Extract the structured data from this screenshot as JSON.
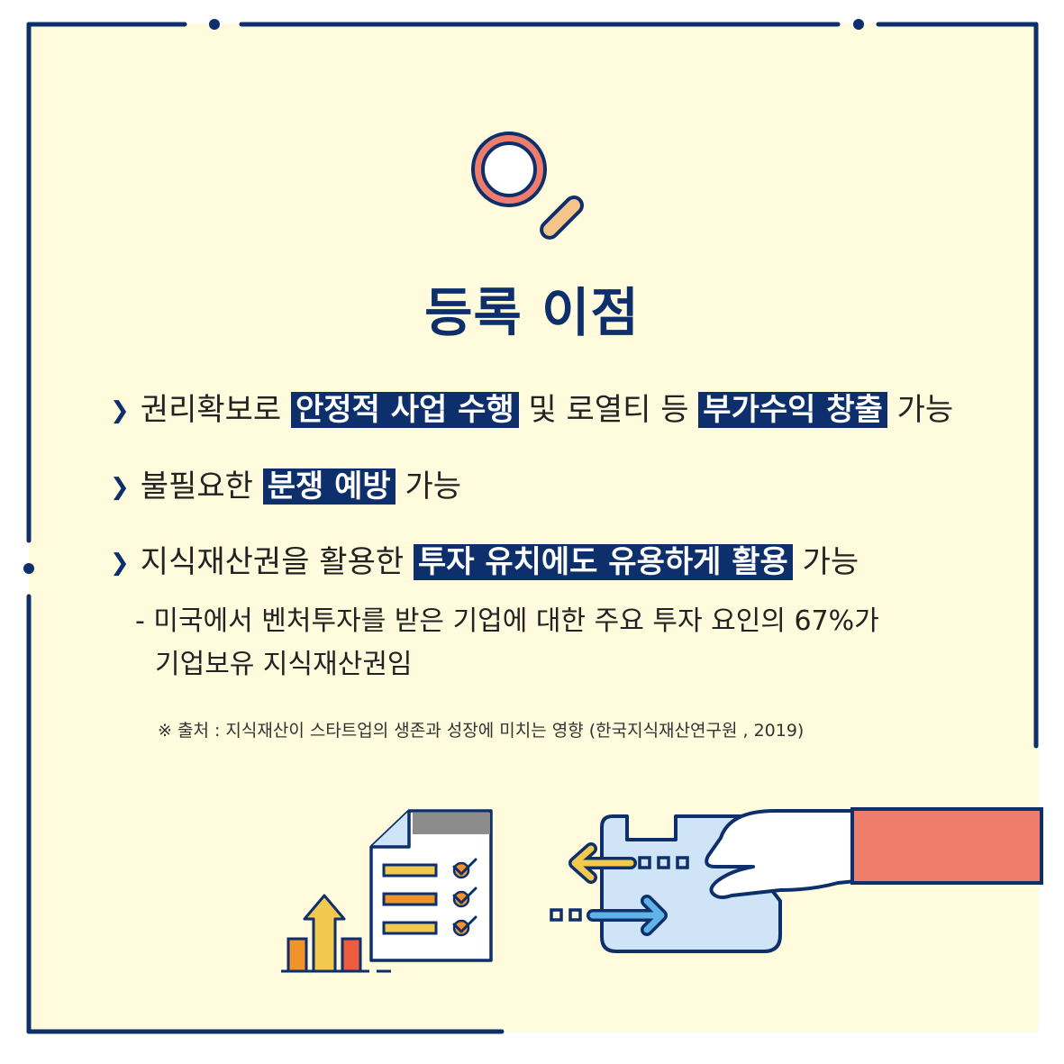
{
  "title": "등록 이점",
  "bullets": [
    {
      "parts": [
        {
          "text": "권리확보로 ",
          "hl": false
        },
        {
          "text": "안정적 사업 수행",
          "hl": true
        },
        {
          "text": " 및 로열티 등 ",
          "hl": false
        },
        {
          "text": "부가수익 창출",
          "hl": true
        },
        {
          "text": " 가능",
          "hl": false
        }
      ]
    },
    {
      "parts": [
        {
          "text": "불필요한 ",
          "hl": false
        },
        {
          "text": "분쟁 예방",
          "hl": true
        },
        {
          "text": " 가능",
          "hl": false
        }
      ]
    },
    {
      "parts": [
        {
          "text": "지식재산권을 활용한 ",
          "hl": false
        },
        {
          "text": "투자 유치에도 유용하게 활용",
          "hl": true
        },
        {
          "text": " 가능",
          "hl": false
        }
      ]
    }
  ],
  "sub_note": {
    "line1": "- 미국에서 벤처투자를 받은 기업에 대한 주요 투자 요인의 67%가",
    "line2": "기업보유 지식재산권임"
  },
  "source": "※ 출처 : 지식재산이 스타트업의 생존과 성장에 미치는 영향 (한국지식재산연구원 , 2019)",
  "icons": [
    "magnifier-icon",
    "checklist-document-icon",
    "growth-bars-icon",
    "hand-card-exchange-icon"
  ],
  "colors": {
    "navy": "#0d2f6b",
    "background": "#fffbdc",
    "coral": "#ef7d6e",
    "yellow": "#f2c94c",
    "orange": "#f0932b",
    "light_blue": "#cfe4f7"
  }
}
